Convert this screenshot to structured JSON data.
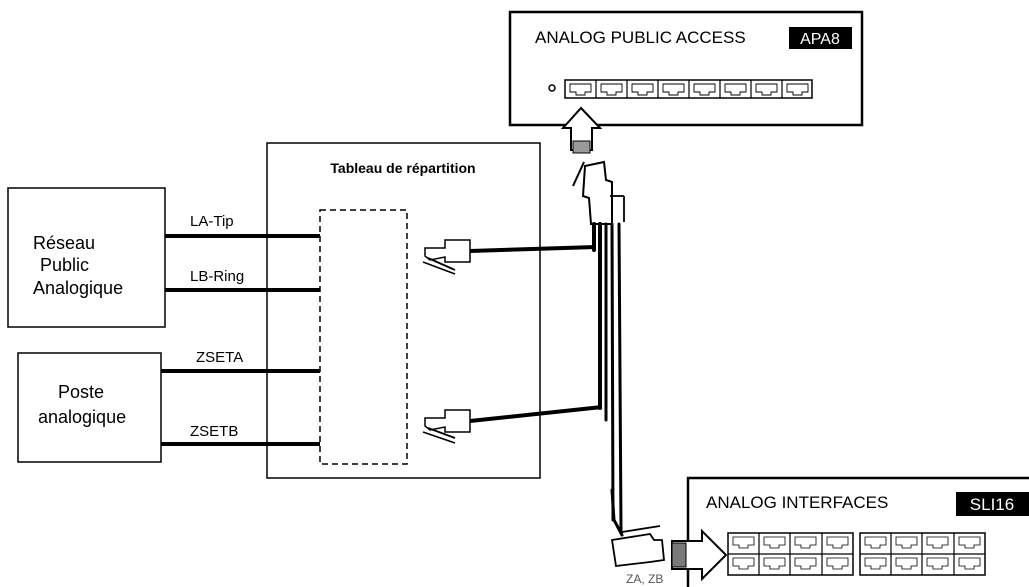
{
  "apa_box": {
    "title": "ANALOG PUBLIC ACCESS",
    "badge": "APA8"
  },
  "sli_box": {
    "title": "ANALOG INTERFACES",
    "badge": "SLI16"
  },
  "frame": {
    "title": "Tableau de répartition"
  },
  "network_box": {
    "line1": "Réseau",
    "line2": "Public",
    "line3": "Analogique"
  },
  "phone_box": {
    "line1": "Poste",
    "line2": "analogique"
  },
  "wires": {
    "la": "LA-Tip",
    "lb": "LB-Ring",
    "zseta": "ZSETA",
    "zsetb": "ZSETB"
  },
  "connector_label": "ZA, ZB",
  "colors": {
    "line": "#000000",
    "badge_bg": "#000000",
    "badge_text": "#ffffff",
    "plug_grey": "#808080"
  }
}
